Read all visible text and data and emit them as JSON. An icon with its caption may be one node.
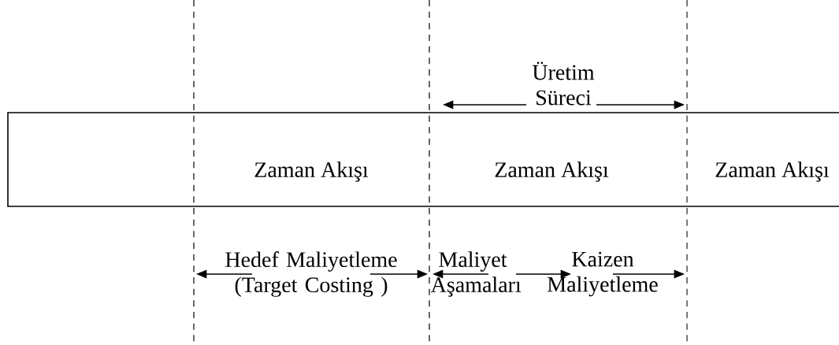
{
  "diagram": {
    "nodes": [
      {
        "text": [
          "Zaman Akışı",
          "Zaman Akışı",
          "Zaman Akışı"
        ]
      }
    ],
    "labels": [
      "Üretim Süreci",
      "Hedef Maliyetleme (Target Costing )",
      "Maliyet Aşamaları",
      "Kaizen Maliyetleme"
    ]
  }
}
